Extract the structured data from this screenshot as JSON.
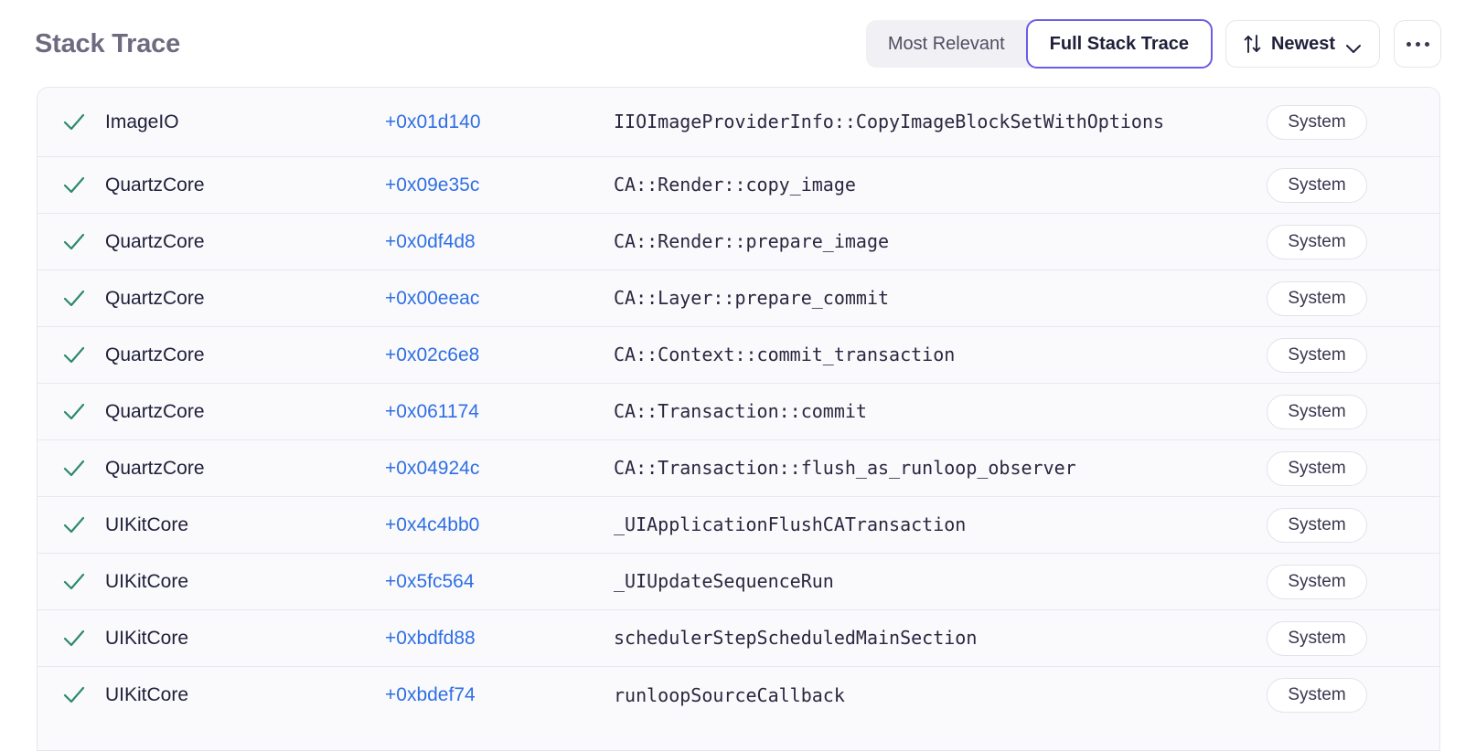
{
  "header": {
    "title": "Stack Trace",
    "segmented": {
      "options": [
        {
          "label": "Most Relevant",
          "active": false
        },
        {
          "label": "Full Stack Trace",
          "active": true
        }
      ]
    },
    "sort": {
      "label": "Newest",
      "sort_icon": "sort-arrows-icon",
      "chevron_icon": "chevron-down-icon"
    },
    "more_button": {
      "icon": "ellipsis-icon",
      "label": "..."
    }
  },
  "colors": {
    "accent": "#6c5ce7",
    "link": "#2f6fe4",
    "check": "#2d8a6a",
    "title": "#6e6b80",
    "row_bg": "#fafafc",
    "border": "#e6e5ee"
  },
  "table": {
    "check_icon": "checkmark-icon",
    "rows": [
      {
        "module": "ImageIO",
        "offset": "+0x01d140",
        "symbol": "IIOImageProviderInfo::CopyImageBlockSetWithOptions",
        "tag": "System"
      },
      {
        "module": "QuartzCore",
        "offset": "+0x09e35c",
        "symbol": "CA::Render::copy_image",
        "tag": "System"
      },
      {
        "module": "QuartzCore",
        "offset": "+0x0df4d8",
        "symbol": "CA::Render::prepare_image",
        "tag": "System"
      },
      {
        "module": "QuartzCore",
        "offset": "+0x00eeac",
        "symbol": "CA::Layer::prepare_commit",
        "tag": "System"
      },
      {
        "module": "QuartzCore",
        "offset": "+0x02c6e8",
        "symbol": "CA::Context::commit_transaction",
        "tag": "System"
      },
      {
        "module": "QuartzCore",
        "offset": "+0x061174",
        "symbol": "CA::Transaction::commit",
        "tag": "System"
      },
      {
        "module": "QuartzCore",
        "offset": "+0x04924c",
        "symbol": "CA::Transaction::flush_as_runloop_observer",
        "tag": "System"
      },
      {
        "module": "UIKitCore",
        "offset": "+0x4c4bb0",
        "symbol": "_UIApplicationFlushCATransaction",
        "tag": "System"
      },
      {
        "module": "UIKitCore",
        "offset": "+0x5fc564",
        "symbol": "_UIUpdateSequenceRun",
        "tag": "System"
      },
      {
        "module": "UIKitCore",
        "offset": "+0xbdfd88",
        "symbol": "schedulerStepScheduledMainSection",
        "tag": "System"
      },
      {
        "module": "UIKitCore",
        "offset": "+0xbdef74",
        "symbol": "runloopSourceCallback",
        "tag": "System"
      }
    ]
  }
}
